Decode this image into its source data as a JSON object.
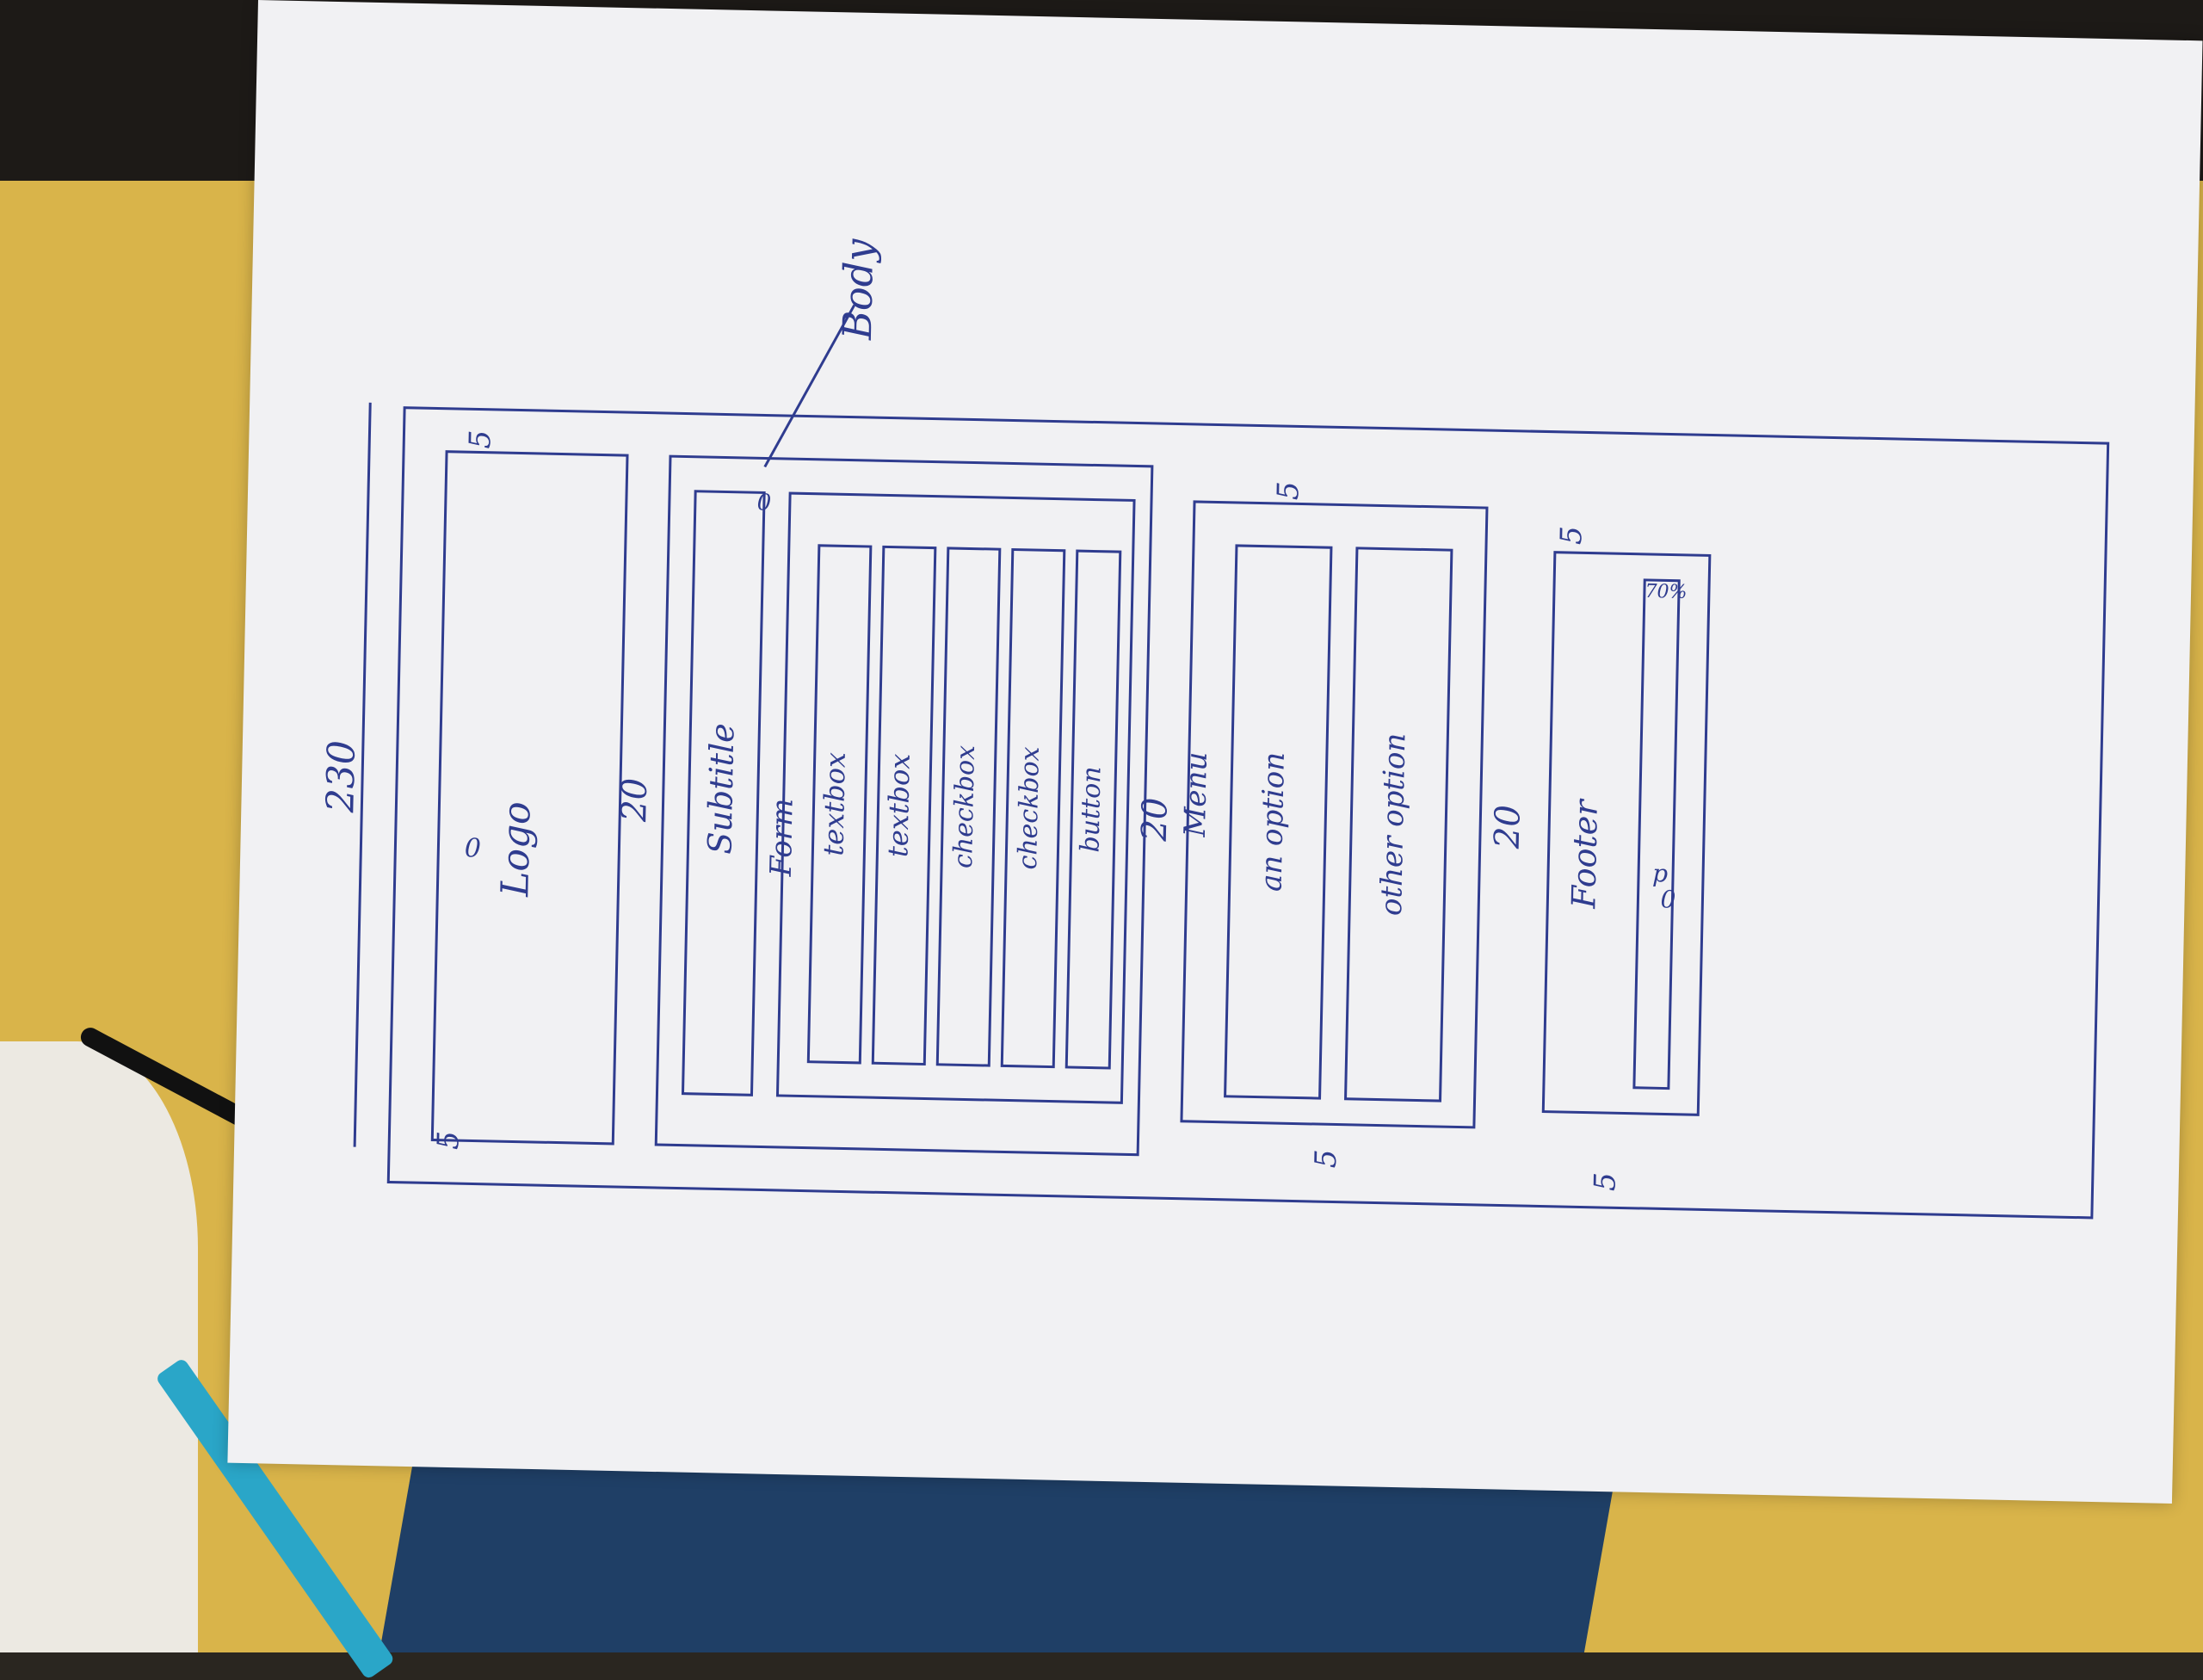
{
  "sketch": {
    "dimensions": {
      "total_width": "230",
      "gap_small": "5",
      "gap_large": "20",
      "zero": "0"
    },
    "regions": {
      "logo": "Logo",
      "body_annotation": "Body",
      "subtitle": "Subtitle",
      "form": "Form",
      "textbox_1": "textbox",
      "textbox_2": "textbox",
      "checkbox_1": "checkbox",
      "checkbox_2": "checkbox",
      "button": "button",
      "menu": "Menu",
      "option_1": "an option",
      "option_2": "other option",
      "footer": "Footer",
      "footer_p": "p",
      "footer_p_value": "70%"
    },
    "ink_color": "#2f3c8f"
  }
}
